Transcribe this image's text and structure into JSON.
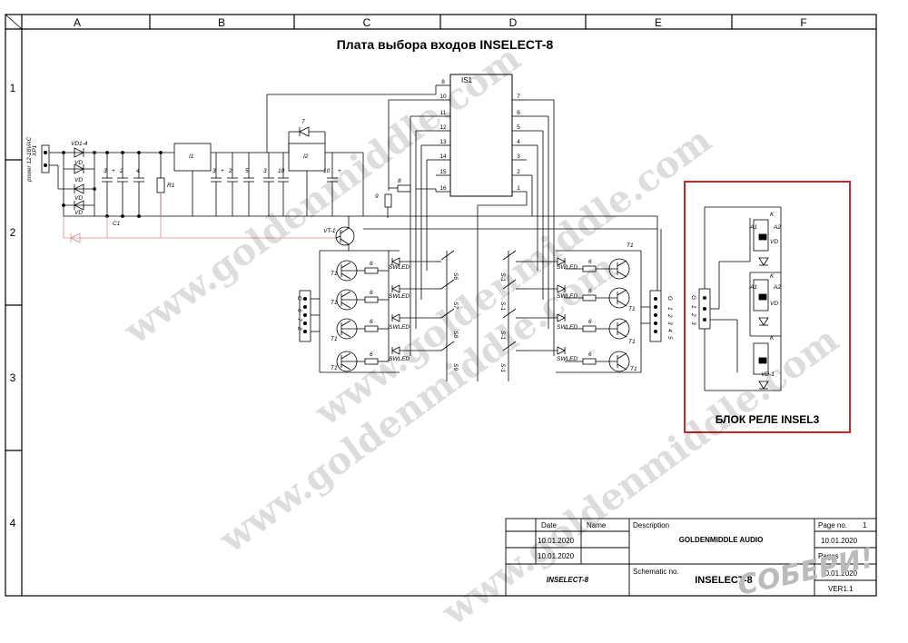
{
  "title": "Плата выбора входов INSELECT-8",
  "columns": [
    "A",
    "B",
    "C",
    "D",
    "E",
    "F"
  ],
  "rows": [
    "1",
    "2",
    "3",
    "4"
  ],
  "connectors": {
    "power": {
      "ref": "XP1",
      "label": "power 12-18VAC"
    },
    "left": {
      "ref": "G",
      "pins": [
        "6",
        "7",
        "8"
      ]
    },
    "right": {
      "ref": "G",
      "pins": [
        "1",
        "2",
        "3",
        "4",
        "5"
      ]
    },
    "relay": {
      "ref": "G",
      "pins": [
        "1",
        "2",
        "3"
      ]
    }
  },
  "parts": {
    "bridge": "VD1-4",
    "vd": "VD",
    "c1": "C1",
    "r1": "R1",
    "i1": "I1",
    "i2": "I2",
    "vt1": "VT-1",
    "is1": "IS1",
    "d7": "7",
    "r8": "8",
    "r9": "9",
    "cap_labels": [
      "3",
      "2",
      "4",
      "3",
      "2",
      "5",
      "3",
      "10",
      "10"
    ],
    "cap_plus": "+",
    "t1": "T1",
    "r6": "6",
    "swled": "SWLED",
    "switches_left": [
      "S6",
      "S7",
      "S8",
      "S9"
    ],
    "switches_right": [
      "S-1",
      "S-1",
      "S-1",
      "S-1"
    ],
    "relay_k": "K",
    "relay_vd": "VD",
    "relay_vd1": "VD-1",
    "relay_a": "A1",
    "relay_b": "A2"
  },
  "ic_pins_left": [
    "8",
    "10",
    "11",
    "12",
    "13",
    "14",
    "15",
    "16"
  ],
  "ic_pins_right": [
    "7",
    "6",
    "5",
    "4",
    "3",
    "2",
    "1"
  ],
  "relay_block_label": "БЛОК РЕЛЕ INSEL3",
  "title_block": {
    "date_header": "Date",
    "name_header": "Name",
    "description_label": "Description",
    "company": "GOLDENMIDDLE AUDIO",
    "date1": "10.01.2020",
    "date2": "10.01.2020",
    "project_left": "INSELECT-8",
    "schematic_label": "Schematic no.",
    "schematic_value": "INSELECT-8",
    "page_no_label": "Page no.",
    "page_no_value": "1",
    "date3": "10.01.2020",
    "pages_label": "Pages",
    "date4": "10.01.2020",
    "version": "VER1.1"
  },
  "watermark": "www.goldenmiddle.com",
  "stamp": "СОБЕРИ!",
  "colors": {
    "frame": "#000000",
    "relay_box": "#c42a2a",
    "feed": "#d88a8a",
    "watermark": "#000000"
  }
}
